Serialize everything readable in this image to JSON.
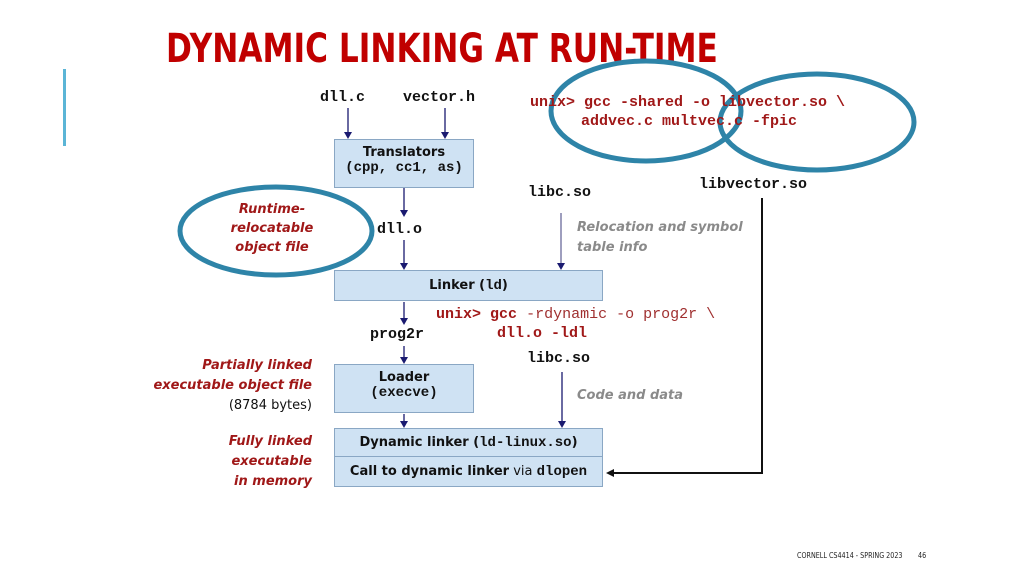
{
  "slide": {
    "title": "DYNAMIC LINKING AT RUN-TIME",
    "footer_course": "CORNELL CS4414 - SPRING 2023",
    "page_number": "46",
    "accent_color": "#5bb5d6",
    "title_color": "#c00000",
    "circle_color": "#2e84a8"
  },
  "inputs": {
    "source_file": "dll.c",
    "header_file": "vector.h"
  },
  "shared_lib_command": {
    "line1": "unix> gcc -shared -o libvector.so \\",
    "line2": "addvec.c multvec.c -fpic"
  },
  "translators_box": {
    "title": "Translators",
    "tools": "(cpp, cc1, as)"
  },
  "object_file": "dll.o",
  "runtime_note": {
    "line1": "Runtime-",
    "line2": "relocatable",
    "line3": "object file"
  },
  "libc_top": "libc.so",
  "libvector": "libvector.so",
  "relocation_note": {
    "line1": "Relocation and symbol",
    "line2": "table info"
  },
  "linker_box": {
    "label": "Linker (",
    "tool": "ld",
    "close": ")"
  },
  "link_command": {
    "prompt": "unix>",
    "gcc": "gcc",
    "args": "-rdynamic -o prog2r \\",
    "line2": "dll.o -ldl"
  },
  "executable": "prog2r",
  "libc_bottom": "libc.so",
  "partial_note": {
    "line1": "Partially linked",
    "line2": "executable object file",
    "size": "(8784 bytes)"
  },
  "loader_box": {
    "title": "Loader",
    "tool": "(execve)"
  },
  "code_data_note": "Code and data",
  "full_note": {
    "line1": "Fully linked",
    "line2": "executable",
    "line3": "in memory"
  },
  "dynamic_linker_box": {
    "label": "Dynamic linker (",
    "tool": "ld-linux.so",
    "close": ")"
  },
  "dlopen_box": {
    "label": "Call to dynamic linker",
    "via": "via",
    "func": "dlopen"
  }
}
